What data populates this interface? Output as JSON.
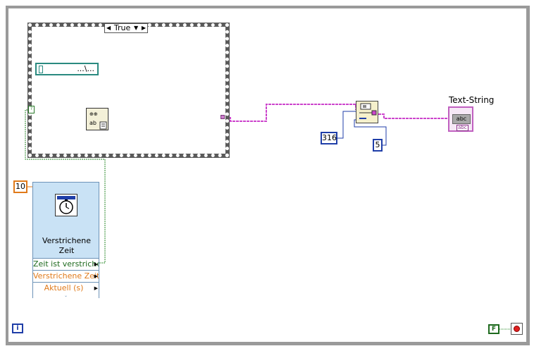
{
  "case_structure": {
    "selector_value": "True",
    "selector_arrow": "▼"
  },
  "path_constant": {
    "value": "...\\..."
  },
  "read_file_node": {
    "line1": "⊕⊕",
    "line2": "ab"
  },
  "subset_node": {
    "glyph": "⊞"
  },
  "constants": {
    "length": "316",
    "offset": "5",
    "target_time": "10",
    "boolean_false": "F"
  },
  "indicator": {
    "label": "Text-String",
    "display": "abc",
    "type_tag": "abc"
  },
  "elapsed_time_vi": {
    "title_line1": "Verstrichene",
    "title_line2": "Zeit",
    "outputs": [
      "Zeit ist verstrichen",
      "Verstrichene Zeit",
      "Aktuell (s)"
    ],
    "expand_glyph": "⌄"
  },
  "iteration_terminal": "i",
  "colors": {
    "string_wire": "#cc44cc",
    "path_wire": "#2a7a7a",
    "bool_wire": "#2a8a2a",
    "numeric_i32": "#1f3ea8",
    "numeric_dbl": "#e07a1a"
  }
}
